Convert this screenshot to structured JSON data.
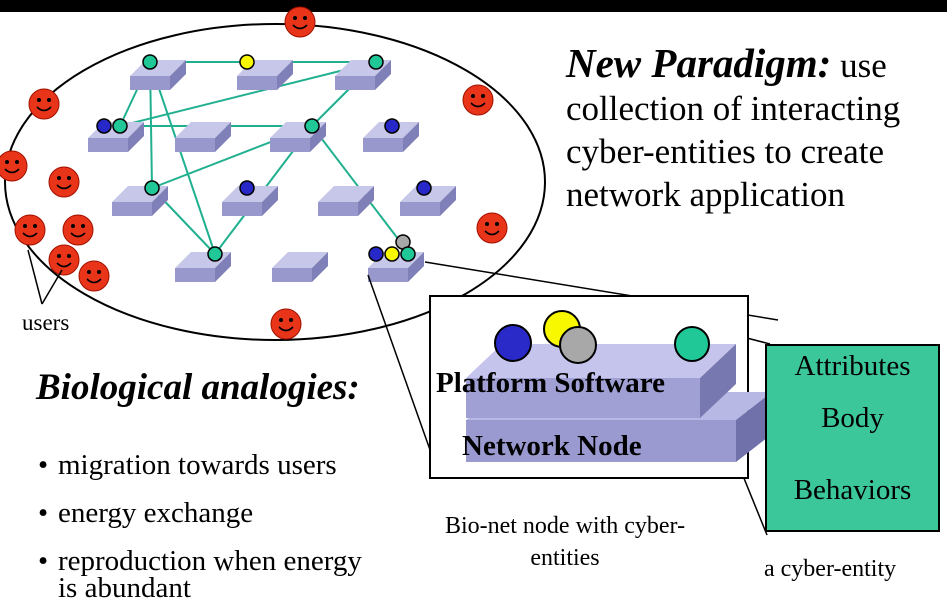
{
  "colors": {
    "top_bar": "#000000",
    "user_face": "#e8351a",
    "platform_top": "#c7c7ea",
    "platform_side": "#8080b8",
    "entity_green": "#20c898",
    "entity_blue": "#2828c8",
    "entity_yellow": "#f8f800",
    "entity_gray": "#a8a8a8",
    "link_line": "#20b090",
    "cyber_entity_box": "#3cc79b"
  },
  "paradigm": {
    "heading": "New Paradigm:",
    "text": " use collection of interacting cyber-entities to create network application"
  },
  "users_label": "users",
  "biological": {
    "title": "Biological analogies:",
    "bullets": [
      "migration towards users",
      "energy exchange",
      "reproduction when energy",
      "is abundant"
    ],
    "bullet_glyph": "•"
  },
  "node_detail": {
    "platform_label": "Platform Software",
    "network_label": "Network Node",
    "caption": "Bio-net node with cyber-entities"
  },
  "cyber_entity": {
    "parts": [
      "Attributes",
      "Body",
      "Behaviors"
    ],
    "caption": "a cyber-entity"
  }
}
